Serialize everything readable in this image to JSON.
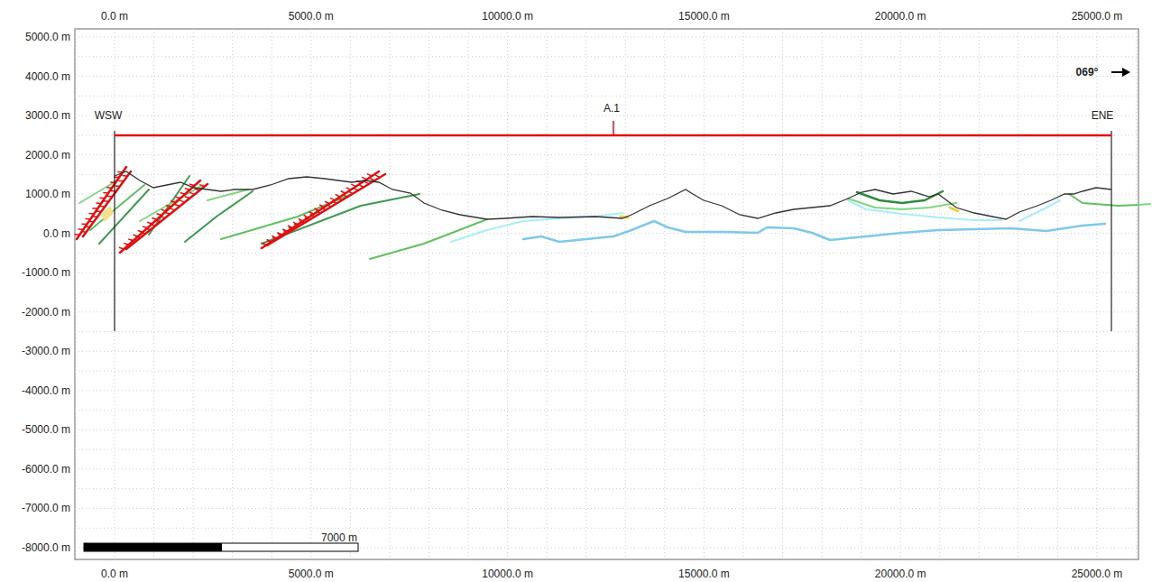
{
  "diagram": {
    "labels": [
      "0.0 m",
      "5000.0 m",
      "10000.0 m",
      "15000.0 m",
      "20000.0 m",
      "25000.0 m",
      "5000.0 m",
      "4000.0 m",
      "3000.0 m",
      "2000.0 m",
      "1000.0 m",
      "0.0 m",
      "-1000.0 m",
      "-2000.0 m",
      "-3000.0 m",
      "-4000.0 m",
      "-5000.0 m",
      "-6000.0 m",
      "-7000.0 m",
      "-8000.0 m",
      "069°",
      "WSW",
      "A.1",
      "ENE",
      "0.0 m",
      "5000.0 m",
      "10000.0 m",
      "15000.0 m",
      "20000.0 m",
      "25000.0 m",
      "7000 m"
    ]
  }
}
